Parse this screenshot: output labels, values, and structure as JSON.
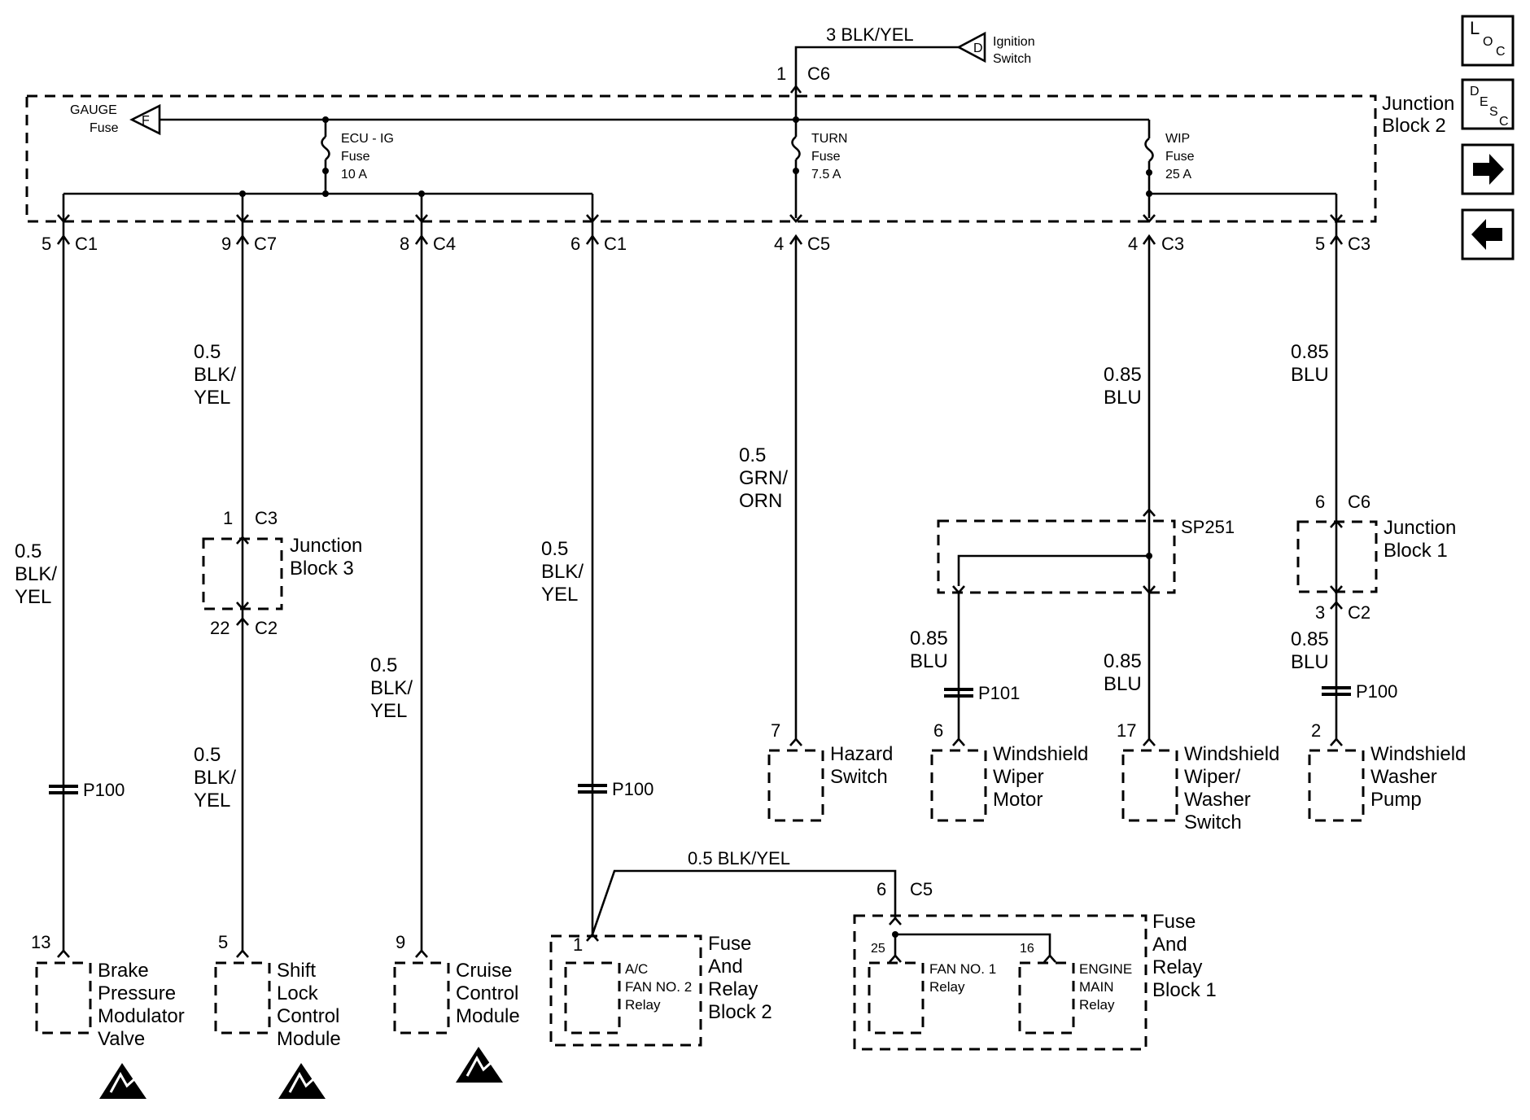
{
  "title_wire": "3 BLK/YEL",
  "ignition": {
    "letter": "D",
    "line1": "Ignition",
    "line2": "Switch"
  },
  "top_connector": {
    "pin": "1",
    "name": "C6"
  },
  "junction_block_2": {
    "line1": "Junction",
    "line2": "Block 2"
  },
  "gauge": {
    "letter": "F",
    "line1": "GAUGE",
    "line2": "Fuse"
  },
  "fuses": [
    {
      "line1": "ECU - IG",
      "line2": "Fuse",
      "line3": "10 A"
    },
    {
      "line1": "TURN",
      "line2": "Fuse",
      "line3": "7.5 A"
    },
    {
      "line1": "WIP",
      "line2": "Fuse",
      "line3": "25 A"
    }
  ],
  "connectors": [
    {
      "pin": "5",
      "name": "C1"
    },
    {
      "pin": "9",
      "name": "C7"
    },
    {
      "pin": "8",
      "name": "C4"
    },
    {
      "pin": "6",
      "name": "C1"
    },
    {
      "pin": "4",
      "name": "C5"
    },
    {
      "pin": "4",
      "name": "C3"
    },
    {
      "pin": "5",
      "name": "C3"
    }
  ],
  "wires": {
    "brake": [
      "0.5",
      "BLK/",
      "YEL"
    ],
    "shift_upper": [
      "0.5",
      "BLK/",
      "YEL"
    ],
    "shift_lower": [
      "0.5",
      "BLK/",
      "YEL"
    ],
    "cruise": [
      "0.5",
      "BLK/",
      "YEL"
    ],
    "ac_fan": [
      "0.5",
      "BLK/",
      "YEL"
    ],
    "hazard": [
      "0.5",
      "GRN/",
      "ORN"
    ],
    "wip_upper": [
      "0.85",
      "BLU"
    ],
    "washer_upper": [
      "0.85",
      "BLU"
    ],
    "wiper_motor": [
      "0.85",
      "BLU"
    ],
    "wiper_switch": [
      "0.85",
      "BLU"
    ],
    "washer_lower": [
      "0.85",
      "BLU"
    ],
    "relay_bridge": "0.5 BLK/YEL"
  },
  "junction_block_3": {
    "top_pin": "1",
    "top_name": "C3",
    "bottom_pin": "22",
    "bottom_name": "C2",
    "line1": "Junction",
    "line2": "Block 3"
  },
  "junction_block_1": {
    "top_pin": "6",
    "top_name": "C6",
    "bottom_pin": "3",
    "bottom_name": "C2",
    "line1": "Junction",
    "line2": "Block 1"
  },
  "splice": "SP251",
  "inline": {
    "p100": "P100",
    "p101": "P101"
  },
  "components": {
    "brake": {
      "pin": "13",
      "lines": [
        "Brake",
        "Pressure",
        "Modulator",
        "Valve"
      ]
    },
    "shift": {
      "pin": "5",
      "lines": [
        "Shift",
        "Lock",
        "Control",
        "Module"
      ]
    },
    "cruise": {
      "pin": "9",
      "lines": [
        "Cruise",
        "Control",
        "Module"
      ]
    },
    "hazard": {
      "pin": "7",
      "lines": [
        "Hazard",
        "Switch"
      ]
    },
    "wiper_motor": {
      "pin": "6",
      "lines": [
        "Windshield",
        "Wiper",
        "Motor"
      ]
    },
    "wiper_switch": {
      "pin": "17",
      "lines": [
        "Windshield",
        "Wiper/",
        "Washer",
        "Switch"
      ]
    },
    "washer_pump": {
      "pin": "2",
      "lines": [
        "Windshield",
        "Washer",
        "Pump"
      ]
    }
  },
  "relay_block_2": {
    "pin": "1",
    "relay": [
      "A/C",
      "FAN NO. 2",
      "Relay"
    ],
    "lines": [
      "Fuse",
      "And",
      "Relay",
      "Block 2"
    ]
  },
  "relay_block_1": {
    "connector_pin": "6",
    "connector_name": "C5",
    "fan1_pin": "25",
    "fan1": [
      "FAN NO. 1",
      "Relay"
    ],
    "main_pin": "16",
    "main": [
      "ENGINE",
      "MAIN",
      "Relay"
    ],
    "lines": [
      "Fuse",
      "And",
      "Relay",
      "Block 1"
    ]
  },
  "nav": {
    "loc": {
      "a": "L",
      "b": "O",
      "c": "C"
    },
    "desc": {
      "a": "D",
      "b": "E",
      "c": "S",
      "d": "C"
    },
    "forward_icon": "right-arrow-icon",
    "back_icon": "left-arrow-icon"
  }
}
